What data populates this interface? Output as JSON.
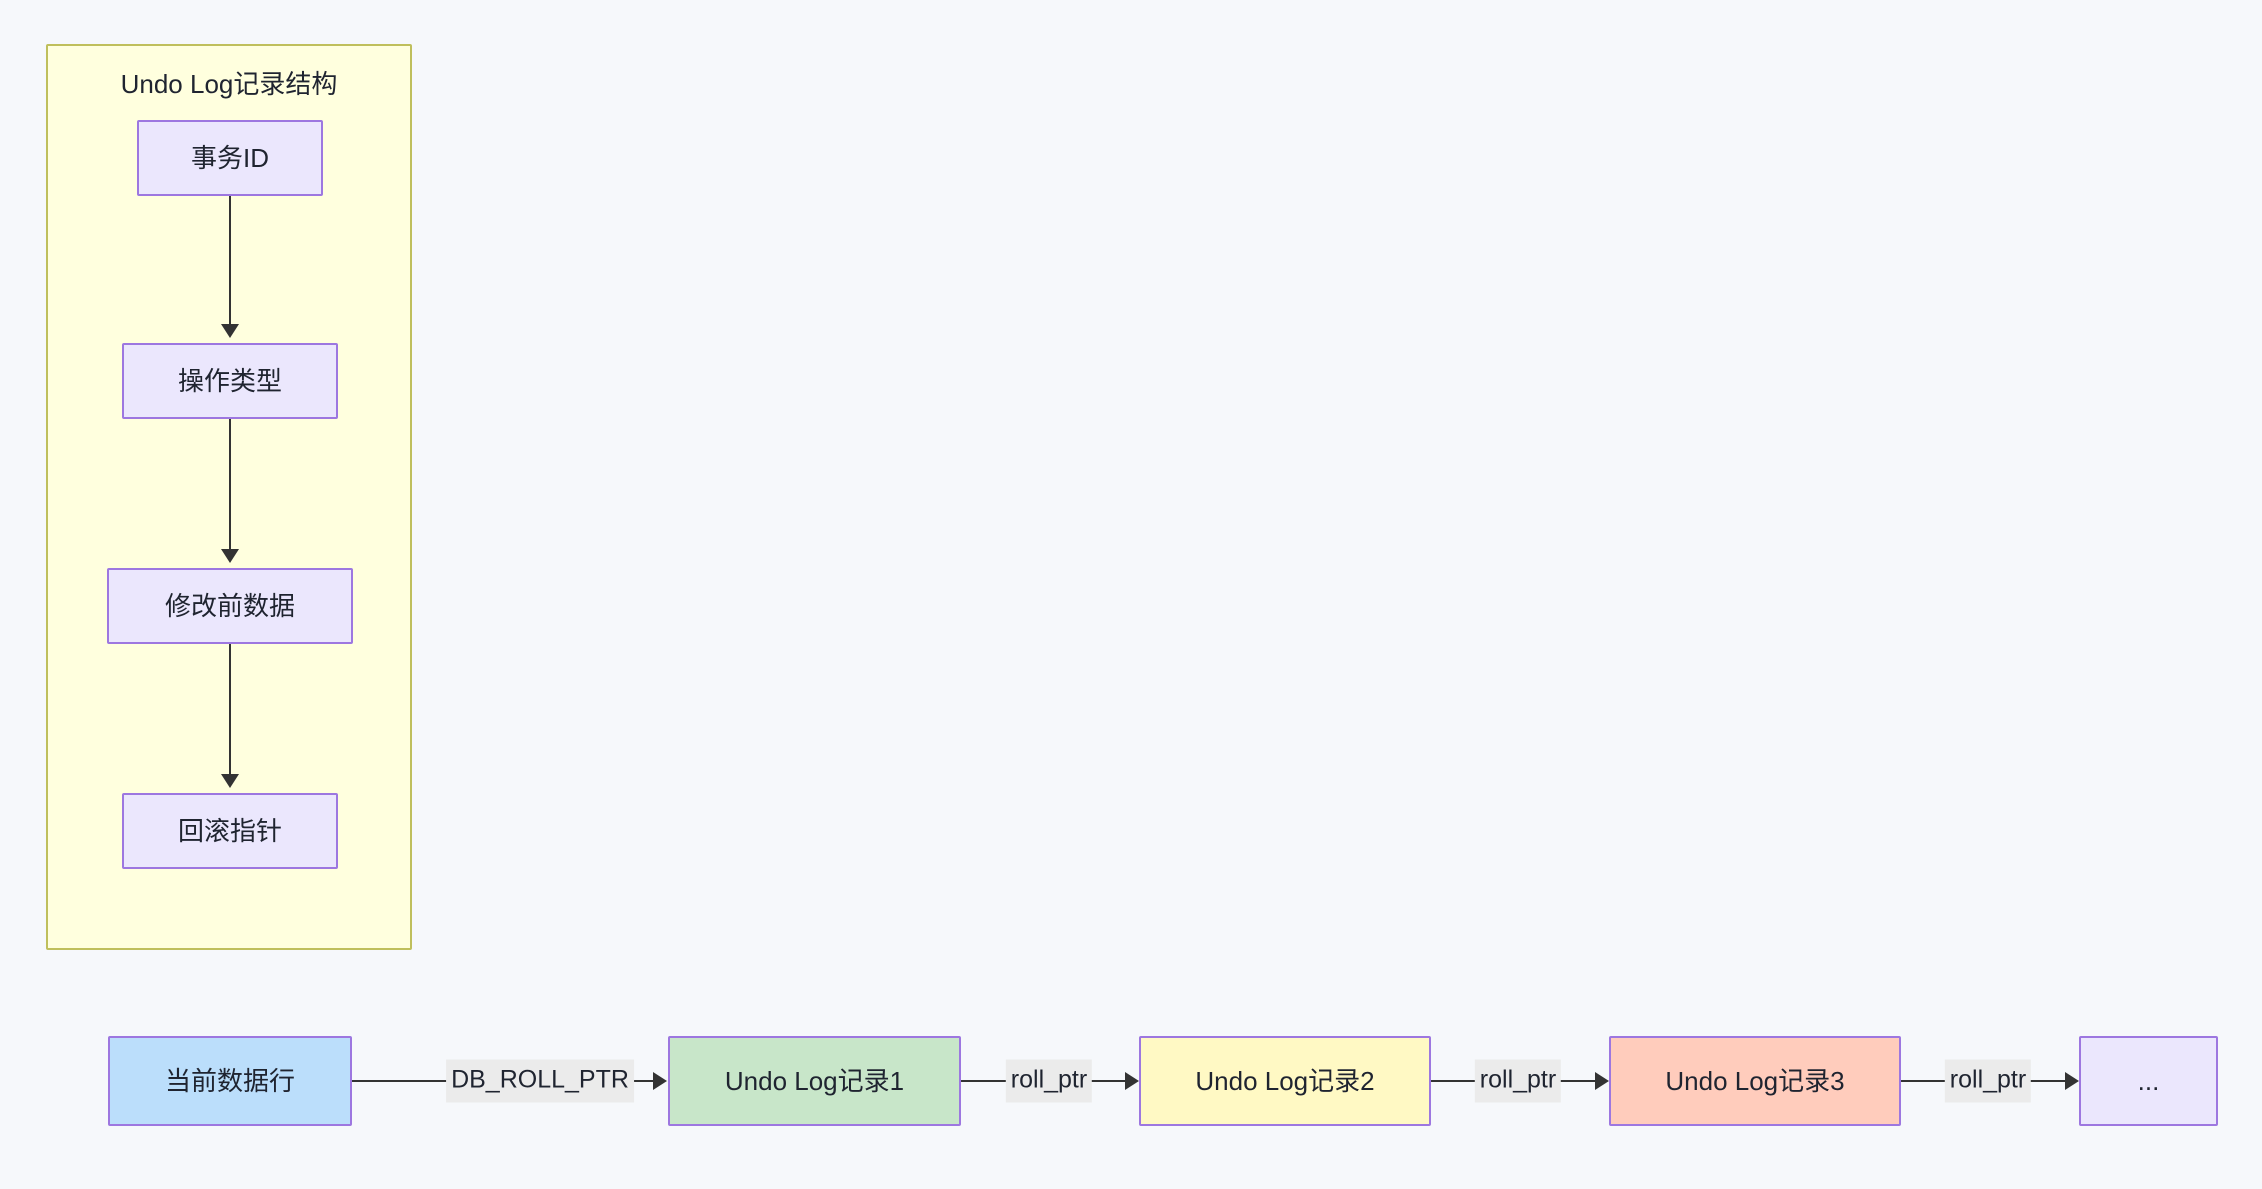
{
  "page": {
    "background_color": "#f6f8fb",
    "diagram_type": "flowchart"
  },
  "palette": {
    "node_border": "#9d77e0",
    "lavender_fill": "#ebe7fd",
    "blue_fill": "#bbdefb",
    "green_fill": "#c8e6c9",
    "yellow_fill": "#fff9c4",
    "peach_fill": "#ffccbc",
    "cluster_fill": "#ffffde",
    "cluster_border": "#bfbf5c",
    "edge_color": "#333333",
    "edge_label_bg": "#ebebeb",
    "text_color": "#1f2430"
  },
  "cluster": {
    "title": "Undo Log记录结构",
    "nodes": [
      {
        "id": "txn-id",
        "label": "事务ID",
        "fill": "lavender"
      },
      {
        "id": "op-type",
        "label": "操作类型",
        "fill": "lavender"
      },
      {
        "id": "before-data",
        "label": "修改前数据",
        "fill": "lavender"
      },
      {
        "id": "roll-ptr",
        "label": "回滚指针",
        "fill": "lavender"
      }
    ],
    "edges": [
      {
        "from": "txn-id",
        "to": "op-type",
        "label": ""
      },
      {
        "from": "op-type",
        "to": "before-data",
        "label": ""
      },
      {
        "from": "before-data",
        "to": "roll-ptr",
        "label": ""
      }
    ]
  },
  "chain": {
    "nodes": [
      {
        "id": "current-row",
        "label": "当前数据行",
        "fill": "blue"
      },
      {
        "id": "undo-log-1",
        "label": "Undo Log记录1",
        "fill": "green"
      },
      {
        "id": "undo-log-2",
        "label": "Undo Log记录2",
        "fill": "yellow"
      },
      {
        "id": "undo-log-3",
        "label": "Undo Log记录3",
        "fill": "peach"
      },
      {
        "id": "more",
        "label": "...",
        "fill": "lavender"
      }
    ],
    "edges": [
      {
        "from": "current-row",
        "to": "undo-log-1",
        "label": "DB_ROLL_PTR"
      },
      {
        "from": "undo-log-1",
        "to": "undo-log-2",
        "label": "roll_ptr"
      },
      {
        "from": "undo-log-2",
        "to": "undo-log-3",
        "label": "roll_ptr"
      },
      {
        "from": "undo-log-3",
        "to": "more",
        "label": "roll_ptr"
      }
    ]
  }
}
